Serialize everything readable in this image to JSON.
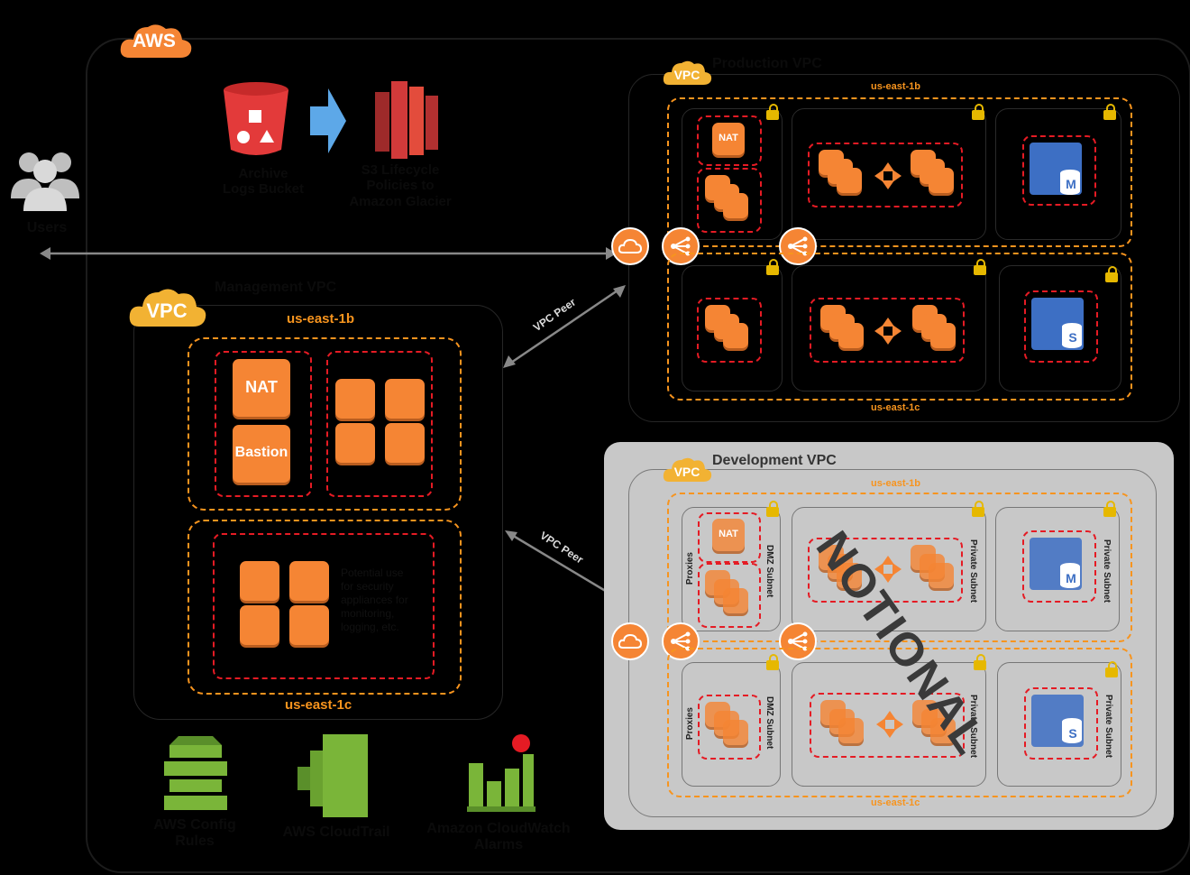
{
  "aws_badge": "AWS",
  "users_label": "Users",
  "archive": {
    "bucket_label": "Archive\nLogs Bucket",
    "lifecycle_label": "S3 Lifecycle\nPolicies to\nAmazon Glacier"
  },
  "vpc_badge": "VPC",
  "management": {
    "title": "Management VPC",
    "az_top": "us-east-1b",
    "az_bottom": "us-east-1c",
    "nat": "NAT",
    "bastion": "Bastion",
    "note": "Potential use\nfor security\nappliances for\nmonitoring,\nlogging, etc."
  },
  "peer_label": "VPC Peer",
  "production": {
    "title": "Production VPC",
    "az_top": "us-east-1b",
    "az_bottom": "us-east-1c",
    "nat": "NAT",
    "db_master": "M",
    "db_standby": "S"
  },
  "development": {
    "title": "Development VPC",
    "az_top": "us-east-1b",
    "az_bottom": "us-east-1c",
    "nat": "NAT",
    "proxies": "Proxies",
    "dmz": "DMZ Subnet",
    "private": "Private Subnet",
    "db_master": "M",
    "db_standby": "S",
    "watermark": "NOTIONAL"
  },
  "services": {
    "config": "AWS Config\nRules",
    "cloudtrail": "AWS CloudTrail",
    "cloudwatch": "Amazon CloudWatch\nAlarms"
  },
  "colors": {
    "orange": "#f58534",
    "red_dash": "#e51b24",
    "amber_dash": "#f7941e",
    "db_blue": "#3d6fc4",
    "dev_bg": "#c8c8c8"
  }
}
